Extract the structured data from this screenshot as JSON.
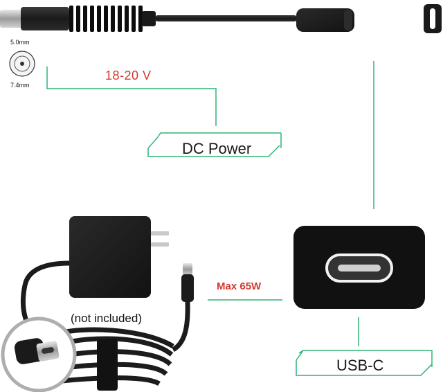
{
  "labels": {
    "dc_power": "DC Power",
    "usb_c": "USB-C",
    "voltage": "18-20 V",
    "max_power": "Max 65W",
    "not_included": "(not included)",
    "outer_diameter": "5.0mm",
    "inner_diameter": "7.4mm"
  },
  "colors": {
    "callout_line": "#2bb673",
    "accent_text": "#d7372b",
    "product_black": "#1b1b1b"
  },
  "icons": [
    "barrel-plug-icon",
    "usb-c-port-icon",
    "wall-charger-icon",
    "usb-c-plug-icon"
  ]
}
